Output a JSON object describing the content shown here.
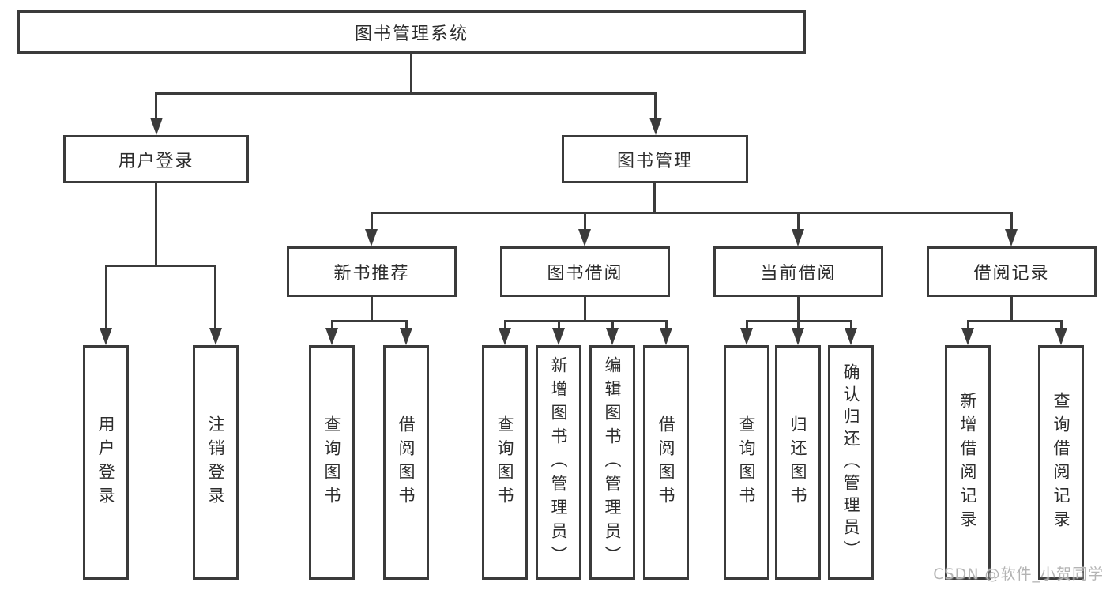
{
  "diagram_title": "图书管理系统",
  "root": {
    "label": "图书管理系统"
  },
  "branches": [
    {
      "label": "用户登录",
      "children": [
        "用户登录",
        "注销登录"
      ]
    },
    {
      "label": "图书管理",
      "sections": [
        {
          "label": "新书推荐",
          "children": [
            "查询图书",
            "借阅图书"
          ]
        },
        {
          "label": "图书借阅",
          "children": [
            "查询图书",
            "新增图书（管理员）",
            "编辑图书（管理员）",
            "借阅图书"
          ]
        },
        {
          "label": "当前借阅",
          "children": [
            "查询图书",
            "归还图书",
            "确认归还（管理员）"
          ]
        },
        {
          "label": "借阅记录",
          "children": [
            "新增借阅记录",
            "查询借阅记录"
          ]
        }
      ]
    }
  ],
  "watermark": {
    "text": "CSDN @软件_小贺同学"
  },
  "colors": {
    "line": "#3b3b3b",
    "box_border": "#3b3b3b",
    "box_fill": "#ffffff",
    "text": "#2d2d2d",
    "watermark": "#b4b4b4",
    "background": "#ffffff"
  }
}
